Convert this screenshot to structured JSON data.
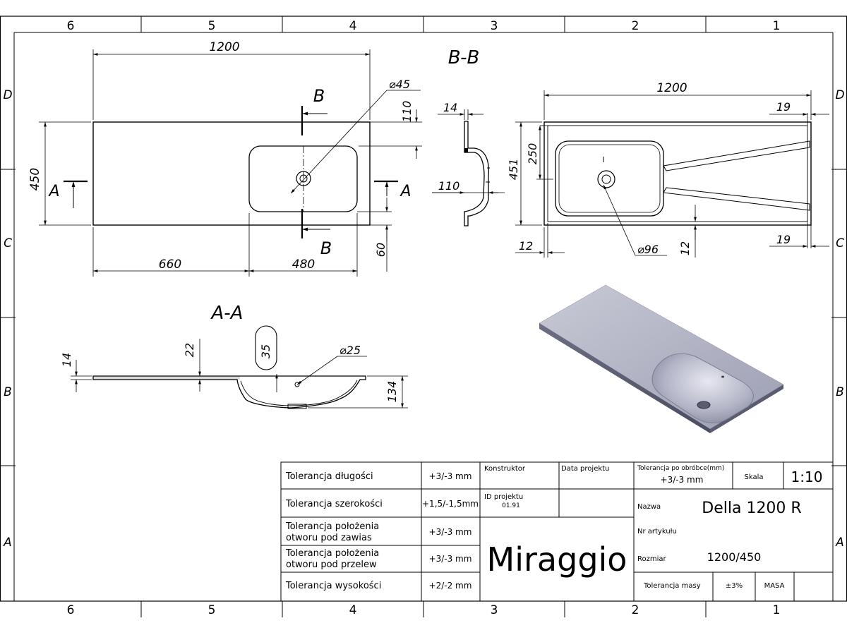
{
  "frame": {
    "col_labels": [
      "6",
      "5",
      "4",
      "3",
      "2",
      "1"
    ],
    "row_labels": [
      "D",
      "C",
      "B",
      "A"
    ]
  },
  "top_view": {
    "dim_length": "1200",
    "dim_width": "450",
    "dim_660": "660",
    "dim_480": "480",
    "dim_110": "110",
    "dim_60": "60",
    "dim_hole": "⌀45",
    "section_a": "A",
    "section_b": "B"
  },
  "section_bb": {
    "title": "B-B",
    "dim_14": "14",
    "dim_110": "110"
  },
  "right_view": {
    "dim_1200": "1200",
    "dim_19_top": "19",
    "dim_19_bottom": "19",
    "dim_250": "250",
    "dim_451": "451",
    "dim_12_left": "12",
    "dim_12_vert": "12",
    "dim_96": "⌀96"
  },
  "section_aa": {
    "title": "A-A",
    "dim_14": "14",
    "dim_22": "22",
    "dim_35": "35",
    "dim_25": "⌀25",
    "dim_134": "134"
  },
  "title_block": {
    "tolerances": [
      {
        "label": [
          "Tolerancja długości"
        ],
        "value": "+3/-3 mm"
      },
      {
        "label": [
          "Tolerancja szerokości"
        ],
        "value": "+1,5/-1,5mm"
      },
      {
        "label": [
          "Tolerancja położenia",
          "otworu pod zawias"
        ],
        "value": "+3/-3 mm"
      },
      {
        "label": [
          "Tolerancja położenia",
          "otworu pod przelew"
        ],
        "value": "+3/-3 mm"
      },
      {
        "label": [
          "Tolerancja wysokości"
        ],
        "value": "+2/-2 mm"
      }
    ],
    "konstruktor_label": "Konstruktor",
    "data_projektu_label": "Data projektu",
    "id_projektu_label": "ID projektu",
    "id_projektu_value": "01.91",
    "tol_obrobce_label": "Tolerancja po obróbce(mm)",
    "tol_obrobce_value": "+3/-3 mm",
    "skala_label": "Skala",
    "skala_value": "1:10",
    "nazwa_label": "Nazwa",
    "nazwa_value": "Della 1200 R",
    "nr_artykulu_label": "Nr artykułu",
    "rozmiar_label": "Rozmiar",
    "rozmiar_value": "1200/450",
    "tol_masy_label": "Tolerancja masy",
    "tol_masy_value": "±3%",
    "masa_label": "MASA",
    "brand": "Miraggio"
  }
}
